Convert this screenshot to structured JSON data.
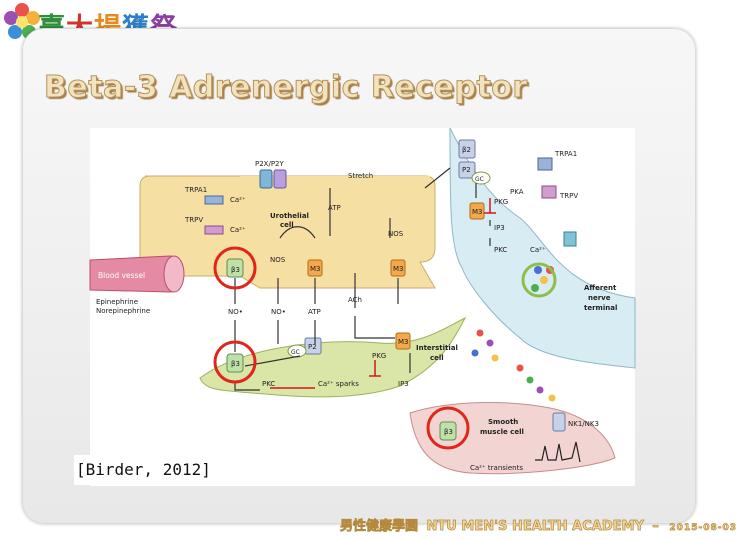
{
  "header": {
    "logo_chars": [
      "臺",
      "大",
      "揚",
      "獲",
      "祭"
    ],
    "logo_colors": [
      "#2f8f3a",
      "#d2342a",
      "#e68a1f",
      "#2c7fc8",
      "#8b3fa2"
    ]
  },
  "slide": {
    "title": "Beta-3 Adrenergic Receptor",
    "citation": "[Birder, 2012]"
  },
  "diagram": {
    "labels": {
      "p2x_p2y": "P2X/P2Y",
      "stretch": "Stretch",
      "trpa1_left": "TRPA1",
      "trpv_left": "TRPV",
      "ca_1": "Ca²⁺",
      "ca_2": "Ca²⁺",
      "urothelial_cell": "Urothelial",
      "urothelial_cell_2": "cell",
      "atp_1": "ATP",
      "nos_1": "NOS",
      "nos_2": "NOS",
      "blood_vessel": "Blood vessel",
      "epinephrine": "Epinephrine",
      "norepinephrine": "Norepinephrine",
      "no_1": "NO•",
      "no_2": "NO•",
      "atp_2": "ATP",
      "ach": "ACh",
      "beta3_1": "β3",
      "beta3_2": "β3",
      "beta3_3": "β3",
      "m3_1": "M3",
      "m3_2": "M3",
      "m3_3": "M3",
      "m3_4": "M3",
      "p2_1": "P2",
      "p2_2": "P2",
      "beta2": "β2",
      "gc_1": "GC",
      "gc_2": "GC",
      "trpa1_right": "TRPA1",
      "trpv_right": "TRPV",
      "pka": "PKA",
      "pkg_1": "PKG",
      "ip3_1": "IP3",
      "pkc_1": "PKC",
      "ca_3": "Ca²⁺",
      "afferent_1": "Afferent",
      "afferent_2": "nerve",
      "afferent_3": "terminal",
      "pkg_2": "PKG",
      "pkc_2": "PKC",
      "ca_sparks": "Ca²⁺ sparks",
      "ip3_2": "IP3",
      "interstitial_1": "Interstitial",
      "interstitial_2": "cell",
      "smooth_1": "Smooth",
      "smooth_2": "muscle cell",
      "nk": "NK1/NK3",
      "ca_transients": "Ca²⁺ transients"
    },
    "colors": {
      "urothelial": "#f6dfa3",
      "interstitial": "#d9e6a8",
      "smooth_muscle": "#f2d4d2",
      "afferent": "#d8ecf3",
      "receptor_orange": "#f2a84b",
      "receptor_green": "#bfe0a8",
      "highlight_red": "#e0261b"
    }
  },
  "footer": {
    "chinese": "男性健康學園",
    "english": "NTU MEN'S HEALTH ACADEMY",
    "separator": "–",
    "date": "2015-08-03"
  }
}
